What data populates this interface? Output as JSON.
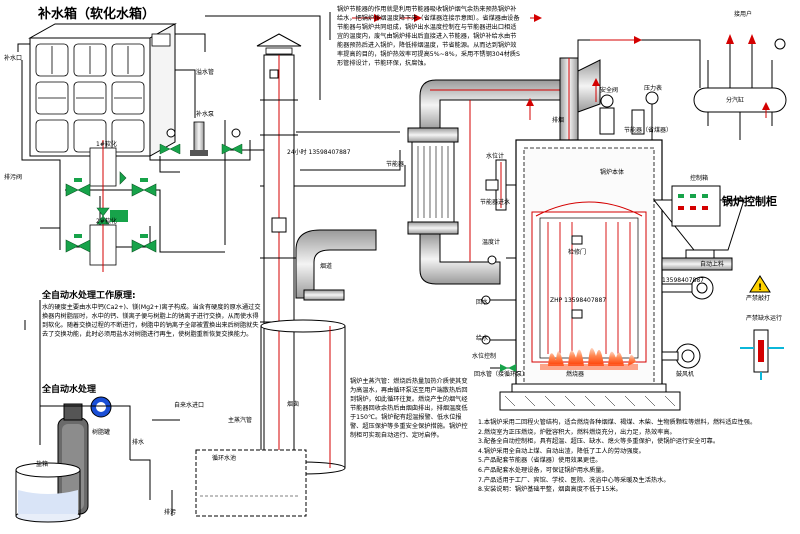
{
  "titles": {
    "tank": "补水箱（软化水箱）",
    "auto_water_treatment": "全自动水处理",
    "auto_water_work_principle": "全自动水处理工作原理:",
    "boiler_control_cabinet": "锅炉控制柜",
    "hydraulic_drawing_title": "燃煤热水锅炉"
  },
  "paragraphs": {
    "top_note": "锅炉节能器的作用就是利用节能器吸收锅炉烟气余热来预热锅炉补给水，把锅炉排烟温度降下来（省煤器连接示意图）。省煤器由设备节能器与锅炉共同组成，锅炉出水温度控制在与节能器进出口相适宜的温度内，废气由锅炉排出后直接进入节能器，锅炉补给水由节能器预热后进入锅炉，降低排烟温度，节省能源。从而达到锅炉效率提高的目的，锅炉热效率可提高5%~8%，采用不锈钢304材质S形管排设计，节能环保，抗腐蚀。",
    "principle_text": "水的硬度主要由水中钙(Ca2+)、镁(Mg2+)离子构成。当含有硬度的原水通过交换器内树脂层时，水中的钙、镁离子便与树脂上的钠离子进行交换，从而使水得到软化。随着交换过程的不断进行，树脂中的钠离子全部被置换出来后树脂就失去了交换功能，此时必须用盐水对树脂进行再生，使树脂重新恢复交换能力。",
    "middle_note": "锅炉主蒸汽管：燃烧后热量加热介质使其变为高温水，再由循环泵送至用户端散热后回到锅炉，如此循环往复。燃烧产生的烟气经节能器回收余热后由烟囱排出，排烟温度低于150℃。锅炉配有超温报警、低水位报警、超压保护等多重安全保护措施。锅炉控制柜可实现自动运行、定时启停。",
    "right_notes": [
      "1.本锅炉采用二回程火管结构，适合燃烧各种烟煤、褐煤、木柴、生物质颗粒等燃料，燃料适应性强。",
      "2.燃烧室为正压燃烧，炉膛容积大，燃料燃烧充分，出力足，热效率高。",
      "3.配备全自动控制柜，具有超温、超压、缺水、熄火等多重保护，使锅炉运行安全可靠。",
      "4.锅炉采用全自动上煤、自动出渣，降低了工人的劳动强度。",
      "5.产品配套节能器（省煤器）使用效果更佳。",
      "6.产品配套水处理设备，可保证锅炉用水质量。",
      "7.产品适用于工厂、宾馆、学校、医院、洗浴中心等采暖及生活热水。",
      "8.安装说明：锅炉基础平整，烟囱高度不低于15米。"
    ]
  },
  "labels": {
    "overflow_pipe": "溢水管",
    "makeup_inlet": "补水口",
    "drain_valve": "排污阀",
    "pump_label": "补水泵",
    "softener_1": "1#软化",
    "softener_2": "2#软化",
    "water_inlet": "自来水进口",
    "chimney": "烟囱",
    "phone_left": "24小时 13598407887",
    "phone_mid": "ZHP 13598407887",
    "phone_right": "13598407887",
    "economizer": "节能器",
    "economizer_inlet": "节能器进水",
    "steam_out": "主蒸汽管",
    "safety_valve": "安全阀",
    "pressure_gauge": "压力表",
    "water_level": "水位计",
    "temp_gauge": "温度计",
    "manifold": "分汽缸",
    "to_user": "接用户",
    "control_box": "控制箱",
    "warning_1": "严禁敲打",
    "warning_2": "严禁缺水运行",
    "ground_water": "循环水池",
    "blowdown": "排污",
    "fan": "鼓风机",
    "burner": "燃烧器",
    "inspection": "检修门",
    "auto_feed": "自动上料",
    "return_water": "回水",
    "flue_pipe": "烟道",
    "feed_water": "给水",
    "level_control": "水位控制",
    "exhaust": "排烟",
    "salt_tank": "盐箱",
    "resin_tank": "树脂罐",
    "drain": "排水",
    "return_note": "回水管（接循环泵）",
    "economizer_note": "节能器（省煤器）",
    "boiler_body": "锅炉本体"
  },
  "colors": {
    "line": "#000000",
    "red": "#d40000",
    "green": "#17a34a",
    "grey": "#8a8a8a",
    "steel": "#e6e6e6",
    "flame": "#ff6a3d",
    "blue": "#1a4fd6"
  }
}
